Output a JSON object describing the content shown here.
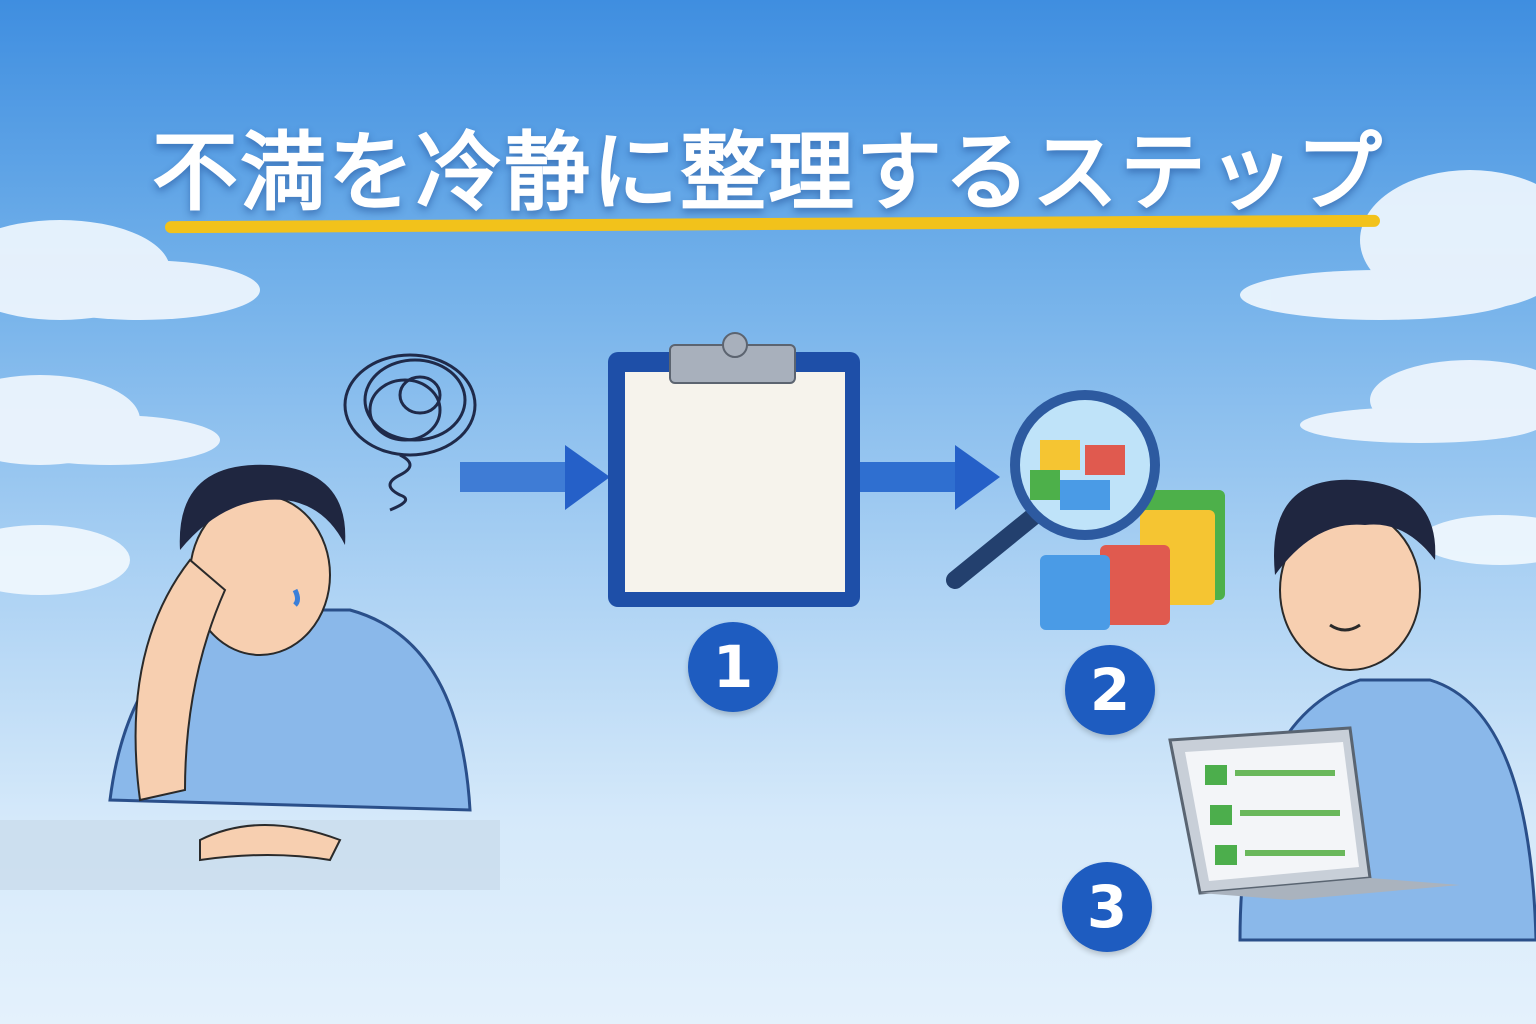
{
  "title": "不満を冷静に整理するステップ",
  "steps": [
    {
      "number": "1",
      "icon": "clipboard-icon"
    },
    {
      "number": "2",
      "icon": "magnifier-folders-icon"
    },
    {
      "number": "3",
      "icon": "laptop-checklist-icon"
    }
  ],
  "colors": {
    "accent": "#1e5cc0",
    "underline": "#f2c21b",
    "sky": "#3f8ee0"
  }
}
